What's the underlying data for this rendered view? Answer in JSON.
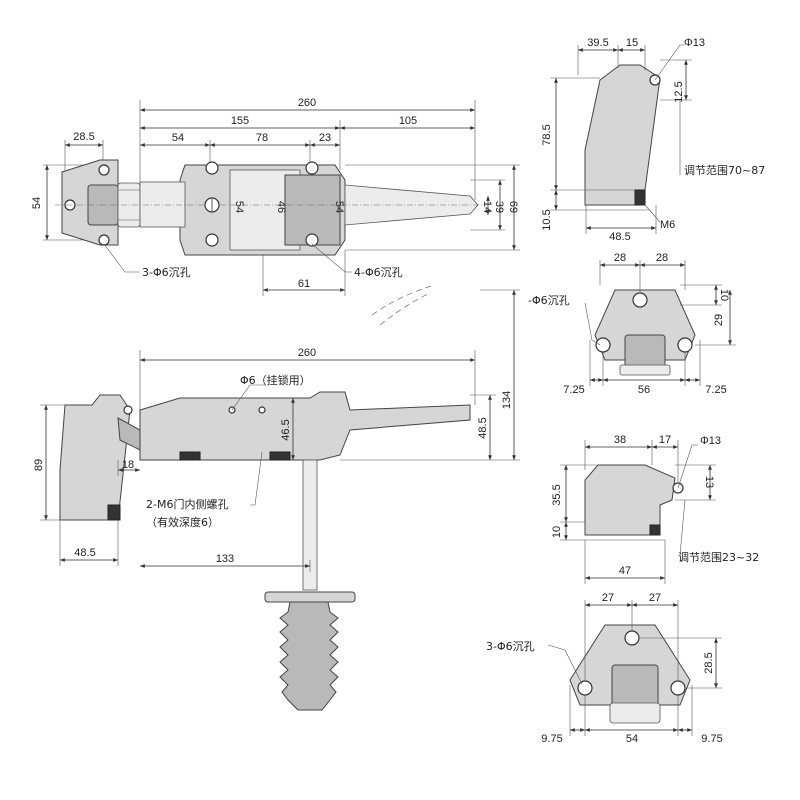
{
  "top_view": {
    "dims": [
      "260",
      "155",
      "105",
      "54",
      "78",
      "23",
      "28.5",
      "54",
      "54",
      "46",
      "54",
      "14",
      "39",
      "69",
      "61"
    ],
    "notes": [
      "3-Φ6沉孔",
      "4-Φ6沉孔"
    ]
  },
  "side_view": {
    "dims": [
      "260",
      "46.5",
      "48.5",
      "134",
      "89",
      "18",
      "48.5",
      "133"
    ],
    "notes": [
      "Φ6（挂锁用）",
      "2-M6门内侧螺孔",
      "（有效深度6）"
    ]
  },
  "bracket_side": {
    "dims": [
      "39.5",
      "15",
      "Φ13",
      "12.5",
      "78.5",
      "10.5",
      "48.5",
      "M6"
    ],
    "notes": [
      "调节范围70~87"
    ]
  },
  "bracket_front": {
    "dims": [
      "28",
      "28",
      "10",
      "29",
      "7.25",
      "56",
      "7.25"
    ],
    "notes": [
      "-Φ6沉孔"
    ]
  },
  "keeper_side": {
    "dims": [
      "38",
      "17",
      "Φ13",
      "13",
      "35.5",
      "10",
      "47"
    ],
    "notes": [
      "调节范围23~32"
    ]
  },
  "keeper_front": {
    "dims": [
      "27",
      "27",
      "28.5",
      "9.75",
      "54",
      "9.75"
    ],
    "notes": [
      "3-Φ6沉孔"
    ]
  }
}
